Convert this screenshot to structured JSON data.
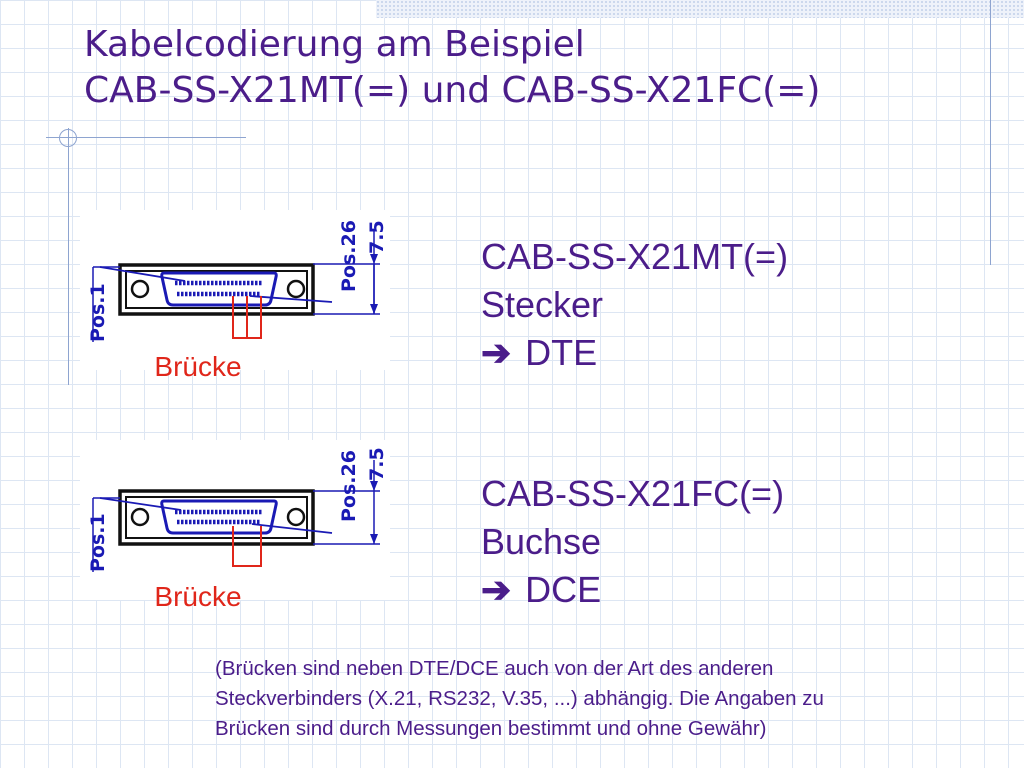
{
  "slide": {
    "title_line1": "Kabelcodierung am Beispiel",
    "title_line2": "CAB-SS-X21MT(=) und CAB-SS-X21FC(=)"
  },
  "connectors": [
    {
      "pin_left_label": "Pos.1",
      "pin_right_label": "Pos.26",
      "dimension_label": "7.5",
      "bridge_label": "Brücke",
      "name": "CAB-SS-X21MT(=)",
      "type": "Stecker",
      "role": "DTE",
      "arrow_icon": "right-arrow-icon"
    },
    {
      "pin_left_label": "Pos.1",
      "pin_right_label": "Pos.26",
      "dimension_label": "7.5",
      "bridge_label": "Brücke",
      "name": "CAB-SS-X21FC(=)",
      "type": "Buchse",
      "role": "DCE",
      "arrow_icon": "right-arrow-icon"
    }
  ],
  "note": {
    "line1": "(Brücken sind neben DTE/DCE auch von der Art des anderen",
    "line2": "Steckverbinders (X.21, RS232, V.35, ...) abhängig. Die Angaben zu",
    "line3": "Brücken sind durch Messungen bestimmt und ohne Gewähr)"
  },
  "colors": {
    "title": "#4b1d8a",
    "bridge": "#e0261a",
    "diagram_lines": "#1a1ab4",
    "connector_outline": "#111111"
  }
}
